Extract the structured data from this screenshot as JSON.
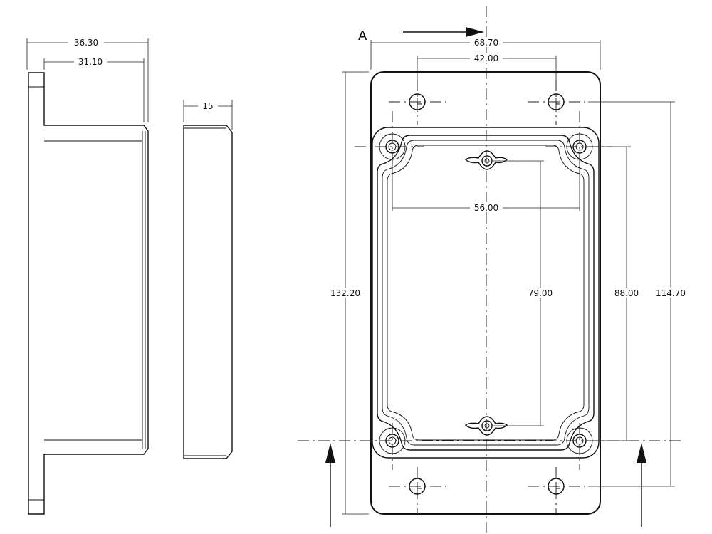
{
  "drawing": {
    "section_label": "A",
    "dimensions": {
      "side_overall_depth": "36.30",
      "side_body_depth": "31.10",
      "lid_thickness": "15",
      "overall_width": "68.70",
      "top_hole_spacing": "42.00",
      "inner_hole_spacing_width": "56.00",
      "center_hole_spacing": "79.00",
      "inner_hole_spacing_height": "88.00",
      "mount_hole_spacing_height": "114.70",
      "overall_height": "132.20"
    }
  }
}
